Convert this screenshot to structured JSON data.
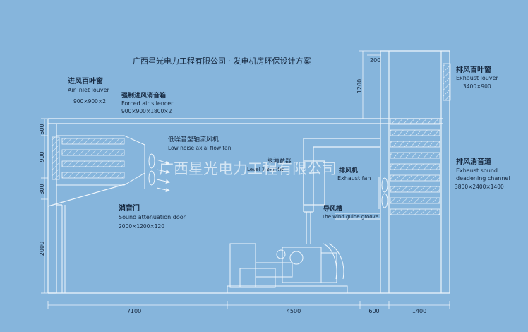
{
  "title": "广西星光电力工程有限公司 · 发电机房环保设计方案",
  "watermark": "广西星光电力工程有限公司",
  "labels": {
    "air_inlet_louver_cn": "进风百叶窗",
    "air_inlet_louver_en": "Air inlet louver",
    "air_inlet_louver_size": "900×900×2",
    "forced_air_silencer_cn": "强制进风消音箱",
    "forced_air_silencer_en": "Forced air silencer",
    "forced_air_silencer_size": "900×900×1800×2",
    "axial_fan_cn": "低噪音型轴流风机",
    "axial_fan_en": "Low noise axial flow fan",
    "muffler_cn": "一级消音器",
    "muffler_en": "Level 1 muffler",
    "exhaust_fan_cn": "排风机",
    "exhaust_fan_en": "Exhaust fan",
    "exhaust_louver_cn": "排风百叶窗",
    "exhaust_louver_en": "Exhaust louver",
    "exhaust_louver_size": "3400×900",
    "exhaust_channel_cn": "排风消音道",
    "exhaust_channel_en1": "Exhaust sound",
    "exhaust_channel_en2": "deadening channel",
    "exhaust_channel_size": "3800×2400×1400",
    "door_cn": "消音门",
    "door_en": "Sound attenuation door",
    "door_size": "2000×1200×120",
    "guide_groove_cn": "导风槽",
    "guide_groove_en": "The wind guide groove"
  },
  "dimensions": {
    "d500": "500",
    "d900": "900",
    "d300": "300",
    "d2000": "2000",
    "d1200": "1200",
    "d200": "200",
    "d7100": "7100",
    "d4500": "4500",
    "d600": "600",
    "d1400": "1400"
  },
  "colors": {
    "background": "#86b5dc",
    "line": "#eef5fb",
    "text": "#16283f"
  }
}
